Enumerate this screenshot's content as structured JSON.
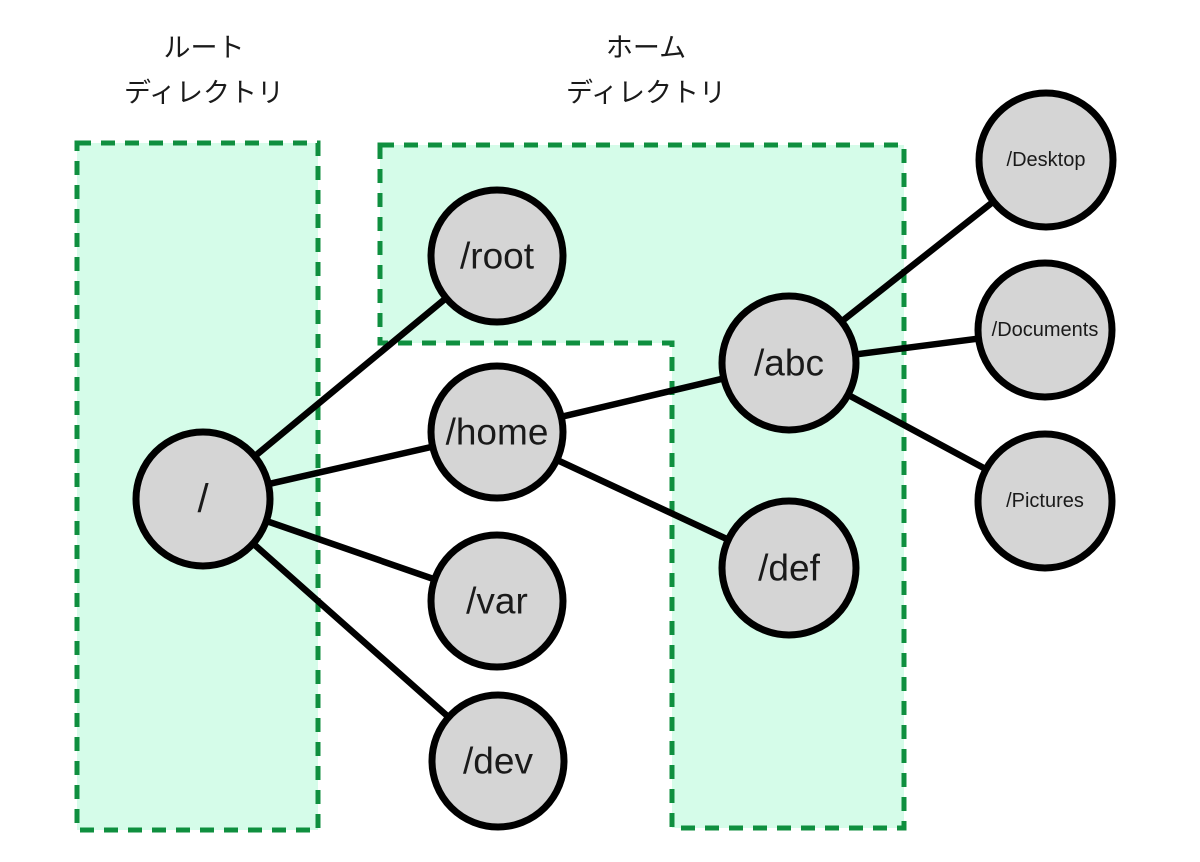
{
  "diagram": {
    "title_semantics": "Unix filesystem tree with root and home directory regions",
    "regions": [
      {
        "id": "root-directory",
        "label_line1": "ルート",
        "label_line2": "ディレクトリ"
      },
      {
        "id": "home-directory",
        "label_line1": "ホーム",
        "label_line2": "ディレクトリ"
      }
    ],
    "nodes": {
      "slash": {
        "label": "/"
      },
      "root": {
        "label": "/root"
      },
      "home": {
        "label": "/home"
      },
      "var": {
        "label": "/var"
      },
      "dev": {
        "label": "/dev"
      },
      "abc": {
        "label": "/abc"
      },
      "def": {
        "label": "/def"
      },
      "desktop": {
        "label": "/Desktop"
      },
      "documents": {
        "label": "/Documents"
      },
      "pictures": {
        "label": "/Pictures"
      }
    },
    "edges": [
      {
        "from": "/",
        "to": "/root"
      },
      {
        "from": "/",
        "to": "/home"
      },
      {
        "from": "/",
        "to": "/var"
      },
      {
        "from": "/",
        "to": "/dev"
      },
      {
        "from": "/home",
        "to": "/abc"
      },
      {
        "from": "/home",
        "to": "/def"
      },
      {
        "from": "/abc",
        "to": "/Desktop"
      },
      {
        "from": "/abc",
        "to": "/Documents"
      },
      {
        "from": "/abc",
        "to": "/Pictures"
      }
    ],
    "colors": {
      "region_fill": "#d5fce9",
      "region_border": "#0f8f3f",
      "node_fill": "#d5d5d5",
      "node_border": "#000000",
      "edge": "#000000",
      "text": "#1a1a1a",
      "background": "#ffffff"
    }
  }
}
